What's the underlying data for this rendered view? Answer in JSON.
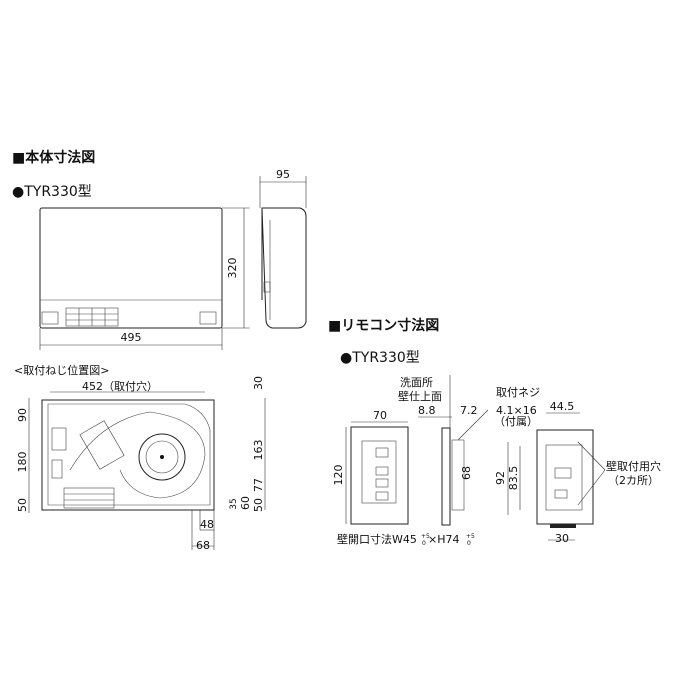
{
  "main_section": {
    "title": "■本体寸法図",
    "model": "●TYR330型"
  },
  "main_dims": {
    "depth": "95",
    "height": "320",
    "width": "495"
  },
  "mount": {
    "title": "<取付ねじ位置図>",
    "hole_pitch": "452（取付穴）",
    "d30": "30",
    "d163": "163",
    "d77": "77",
    "d50r": "50",
    "d60": "60",
    "d35": "35",
    "d90": "90",
    "d180": "180",
    "d50l": "50",
    "d48": "48",
    "d68": "68"
  },
  "remote_section": {
    "title": "■リモコン寸法図",
    "model": "●TYR330型"
  },
  "remote_dims": {
    "width": "70",
    "height": "120",
    "wall_label_1": "洗面所",
    "wall_label_2": "壁仕上面",
    "d88": "8.8",
    "d72": "7.2",
    "screw_label": "取付ネジ",
    "screw_size": "4.1×16",
    "screw_note": "（付属）",
    "d445": "44.5",
    "d92": "92",
    "d835": "83.5",
    "d68": "68",
    "d30": "30",
    "hole_label": "壁取付用穴",
    "hole_count": "（2カ所）",
    "opening_prefix": "壁開口寸法W45",
    "opening_mid": "×H74",
    "tol_upper": "+5",
    "tol_lower": "0"
  }
}
